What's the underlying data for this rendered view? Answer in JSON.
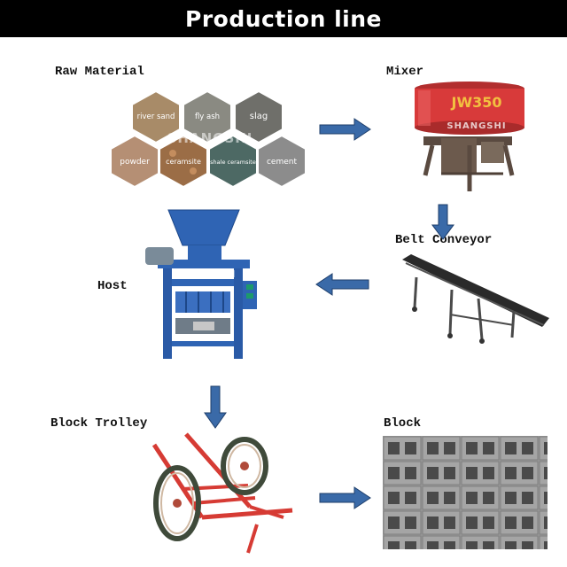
{
  "banner": {
    "title": "Production line"
  },
  "steps": {
    "raw_material": "Raw Material",
    "mixer": "Mixer",
    "belt_conveyor": "Belt Conveyor",
    "host": "Host",
    "block_trolley": "Block Trolley",
    "block": "Block"
  },
  "materials": [
    "river sand",
    "fly ash",
    "slag",
    "powder",
    "ceramsite",
    "shale ceramsite",
    "cement"
  ],
  "watermark": "SHANGSHI",
  "mixer_badge": "JW350",
  "colors": {
    "banner_bg": "#000000",
    "arrow_fill": "#3a6aa8",
    "mixer_red": "#d83a3a",
    "host_blue": "#2f64b4",
    "trolley_red": "#d63b34",
    "block_gray": "#8f8f8f"
  }
}
